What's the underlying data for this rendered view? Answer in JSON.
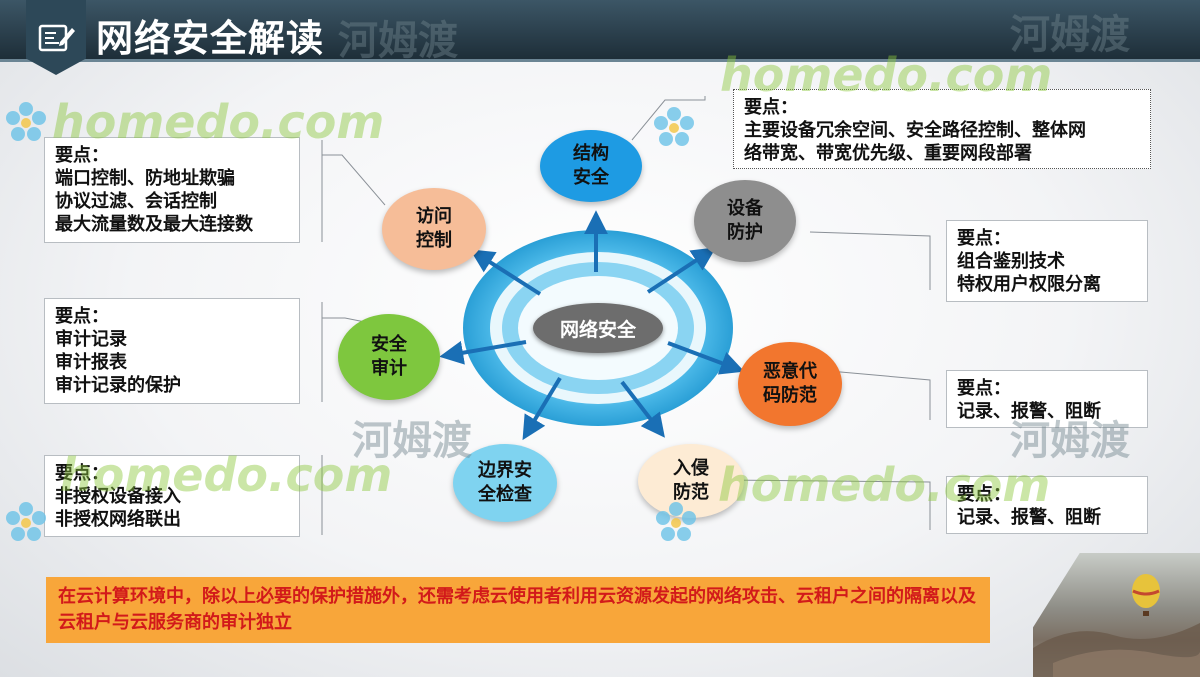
{
  "header": {
    "title": "网络安全解读"
  },
  "watermarks": [
    {
      "en": "homedo.com",
      "cn": "河姆渡"
    },
    {
      "en": "homedo.com",
      "cn": "河姆渡"
    },
    {
      "en": "homedo.com",
      "cn": "河姆渡"
    },
    {
      "en": "homedo.com",
      "cn": "河姆渡"
    }
  ],
  "diagram": {
    "center": "网络安全",
    "nodes": [
      {
        "id": "structure",
        "label": "结构\n安全",
        "color": "#1e9be3"
      },
      {
        "id": "device",
        "label": "设备\n防护",
        "color": "#8e8e8e"
      },
      {
        "id": "malware",
        "label": "恶意代\n码防范",
        "color": "#f2762e"
      },
      {
        "id": "intrusion",
        "label": "入侵\n防范",
        "color": "#fdebd4"
      },
      {
        "id": "boundary",
        "label": "边界安\n全检查",
        "color": "#7fd3f0"
      },
      {
        "id": "audit",
        "label": "安全\n审计",
        "color": "#7ec73e"
      },
      {
        "id": "access",
        "label": "访问\n控制",
        "color": "#f6bd98"
      }
    ],
    "boxes": [
      {
        "id": "access",
        "text": "要点：\n端口控制、防地址欺骗\n协议过滤、会话控制\n最大流量数及最大连接数"
      },
      {
        "id": "audit",
        "text": "要点：\n审计记录\n审计报表\n审计记录的保护"
      },
      {
        "id": "boundary",
        "text": "要点：\n非授权设备接入\n非授权网络联出"
      },
      {
        "id": "structure",
        "text": "要点：\n主要设备冗余空间、安全路径控制、整体网\n络带宽、带宽优先级、重要网段部署"
      },
      {
        "id": "device",
        "text": "要点：\n组合鉴别技术\n特权用户权限分离"
      },
      {
        "id": "malware",
        "text": "要点：\n记录、报警、阻断"
      },
      {
        "id": "intrusion",
        "text": "要点：\n记录、报警、阻断"
      }
    ]
  },
  "note": {
    "text": "在云计算环境中，除以上必要的保护措施外，还需考虑云使用者利用云资源发起的网络攻击、云租户之间的隔离以及云租户与云服务商的审计独立"
  }
}
